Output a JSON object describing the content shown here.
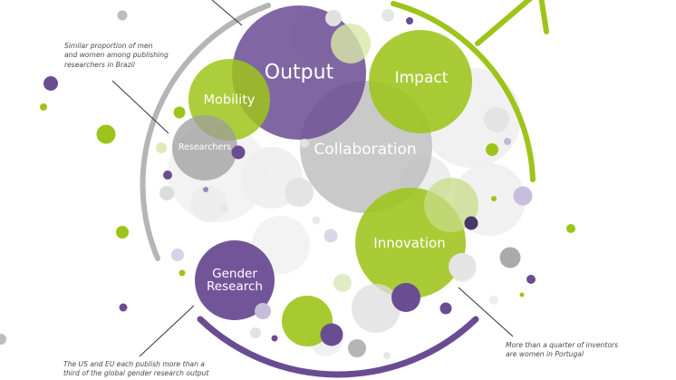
{
  "colors": {
    "purple": "#6a4c93",
    "green": "#9dc41a",
    "grey": "#bdbdbd",
    "ring_grey": "#b5b5b5",
    "dark": "#333333"
  },
  "bubbles": {
    "output": "Output",
    "impact": "Impact",
    "mobility": "Mobility",
    "collaboration": "Collaboration",
    "researchers": "Researchers",
    "innovation": "Innovation",
    "gender_research": "Gender\nResearch"
  },
  "annotations": {
    "brazil": "Similar proportion of men\nand women among publishing\nresearchers in Brazil",
    "gender_output": "The US and EU each publish more than a\nthird of the global gender research output",
    "portugal": "More than a quarter of inventors\nare women in Portugal"
  }
}
